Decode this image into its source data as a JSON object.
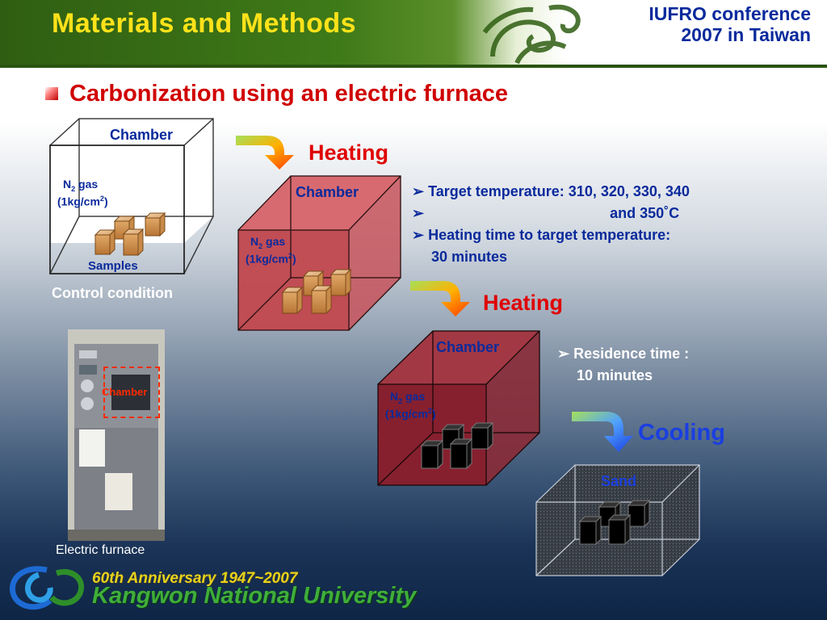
{
  "header": {
    "title": "Materials and Methods",
    "conference_line1": "IUFRO conference",
    "conference_line2": "2007 in Taiwan"
  },
  "subtitle": "Carbonization using an electric furnace",
  "control": {
    "chamber_label": "Chamber",
    "gas_label_prefix": "N",
    "gas_label_sub": "2",
    "gas_label_suffix": " gas",
    "pressure_prefix": "(1kg/cm",
    "pressure_sup": "2",
    "pressure_suffix": ")",
    "samples_label": "Samples",
    "caption": "Control condition"
  },
  "heating1": {
    "step_label": "Heating",
    "chamber_label": "Chamber",
    "gas_label_prefix": "N",
    "gas_label_sub": "2",
    "gas_label_suffix": " gas",
    "pressure_prefix": "(1kg/cm",
    "pressure_sup": "2",
    "pressure_suffix": ")",
    "info": {
      "line1": "Target temperature: 310, 320, 330, 340",
      "line2": "and 350˚C",
      "line3": "Heating time to target temperature:",
      "line4": "30 minutes"
    }
  },
  "heating2": {
    "step_label": "Heating",
    "chamber_label": "Chamber",
    "gas_label_prefix": "N",
    "gas_label_sub": "2",
    "gas_label_suffix": " gas",
    "pressure_prefix": "(1kg/cm",
    "pressure_sup": "2",
    "pressure_suffix": ")",
    "info": {
      "line1": "Residence time :",
      "line2": "10 minutes"
    }
  },
  "cooling": {
    "step_label": "Cooling",
    "sand_label": "Sand"
  },
  "photo": {
    "chamber_label": "Chamber",
    "caption": "Electric furnace"
  },
  "footer": {
    "anniversary": "60th Anniversary 1947~2007",
    "university": "Kangwon National University"
  },
  "colors": {
    "title_yellow": "#ffe21a",
    "header_green": "#3f7a18",
    "accent_red": "#d00000",
    "text_blue": "#0a2a9c",
    "cooling_blue": "#1a3fe0"
  }
}
